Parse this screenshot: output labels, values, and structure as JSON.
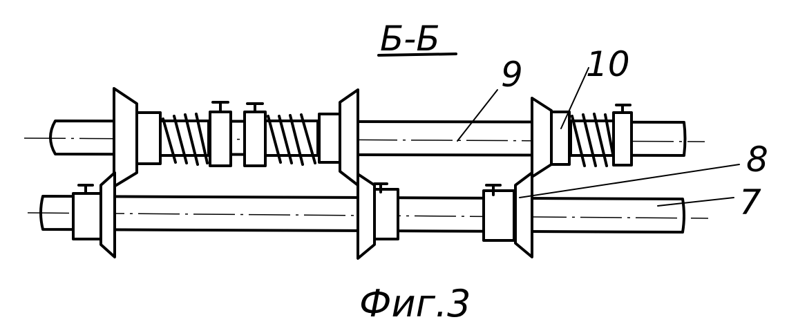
{
  "section_title": "Б-Б",
  "figure_caption": "Фиг.3",
  "labels": {
    "part_9": "9",
    "part_10": "10",
    "part_8": "8",
    "part_7": "7"
  }
}
